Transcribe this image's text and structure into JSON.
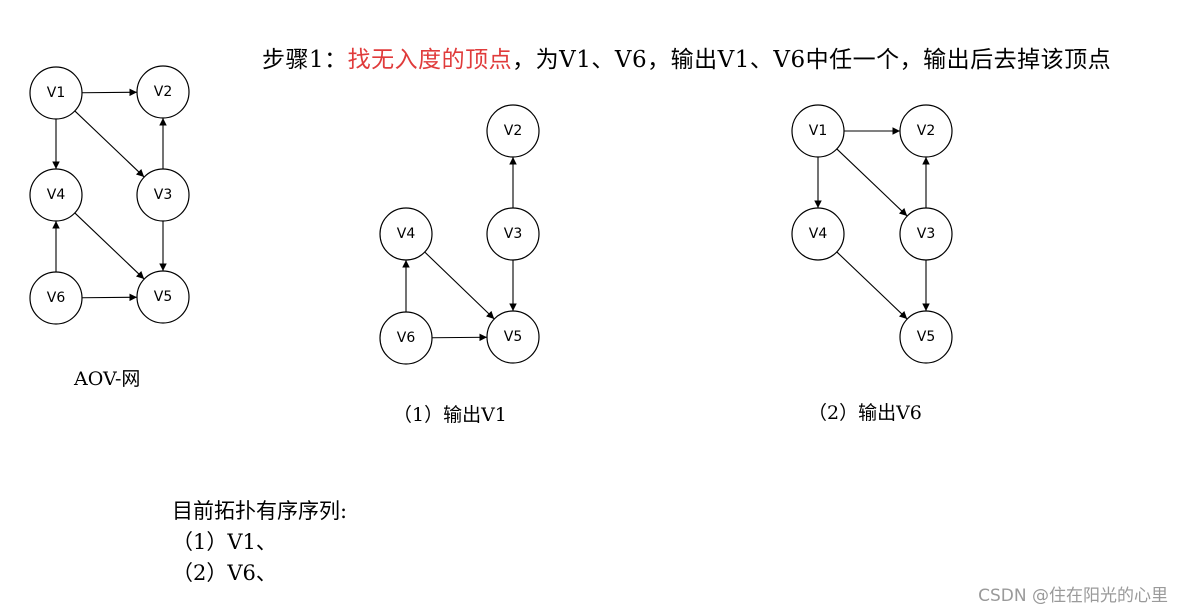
{
  "step": {
    "label": "步骤1：",
    "highlight": "找无入度的顶点",
    "rest": "，为V1、V6，输出V1、V6中任一个，输出后去掉该顶点"
  },
  "colors": {
    "highlight": "#e03b3b",
    "node_stroke": "#000000",
    "watermark": "#9a9a9a"
  },
  "graphs": [
    {
      "id": "aov",
      "caption": "AOV-网",
      "nodes": [
        "V1",
        "V2",
        "V3",
        "V4",
        "V5",
        "V6"
      ],
      "edges": [
        [
          "V1",
          "V2"
        ],
        [
          "V1",
          "V4"
        ],
        [
          "V1",
          "V3"
        ],
        [
          "V3",
          "V2"
        ],
        [
          "V3",
          "V5"
        ],
        [
          "V4",
          "V5"
        ],
        [
          "V6",
          "V4"
        ],
        [
          "V6",
          "V5"
        ]
      ]
    },
    {
      "id": "after-v1",
      "caption": "（1）输出V1",
      "nodes": [
        "V2",
        "V3",
        "V4",
        "V5",
        "V6"
      ],
      "edges": [
        [
          "V3",
          "V2"
        ],
        [
          "V3",
          "V5"
        ],
        [
          "V4",
          "V5"
        ],
        [
          "V6",
          "V4"
        ],
        [
          "V6",
          "V5"
        ]
      ]
    },
    {
      "id": "after-v6",
      "caption": "（2）输出V6",
      "nodes": [
        "V1",
        "V2",
        "V3",
        "V4",
        "V5"
      ],
      "edges": [
        [
          "V1",
          "V2"
        ],
        [
          "V1",
          "V4"
        ],
        [
          "V1",
          "V3"
        ],
        [
          "V3",
          "V2"
        ],
        [
          "V3",
          "V5"
        ],
        [
          "V4",
          "V5"
        ]
      ]
    }
  ],
  "sequence": {
    "title": "目前拓扑有序序列:",
    "items": [
      "（1）V1、",
      "（2）V6、"
    ]
  },
  "watermark": "CSDN @住在阳光的心里"
}
